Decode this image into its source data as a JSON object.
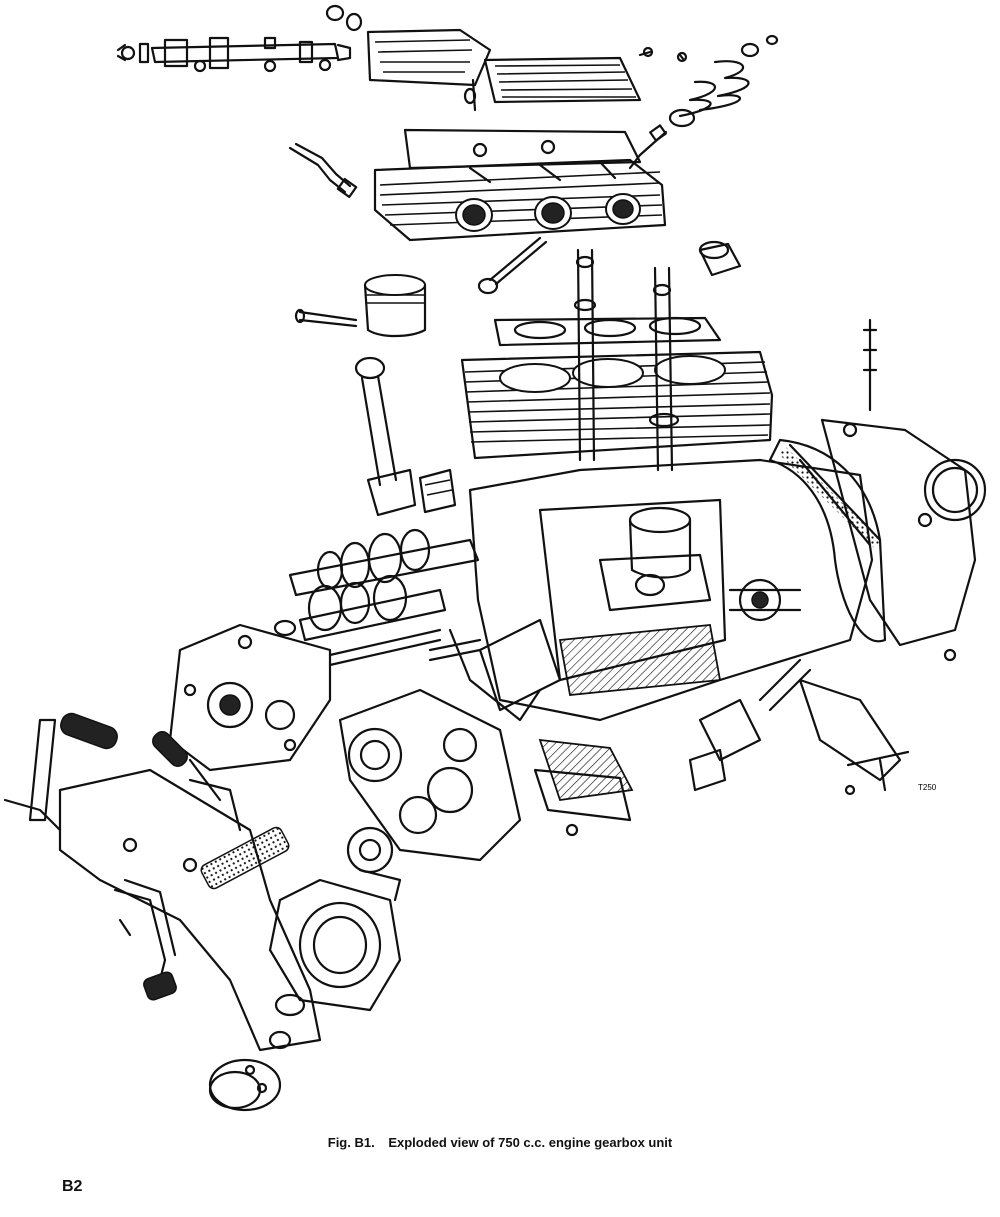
{
  "figure": {
    "number": "Fig. B1.",
    "caption": "Exploded view of 750 c.c. engine gearbox unit",
    "part_reference": "T250"
  },
  "page": {
    "number": "B2"
  },
  "colors": {
    "ink": "#111111",
    "paper": "#ffffff"
  }
}
